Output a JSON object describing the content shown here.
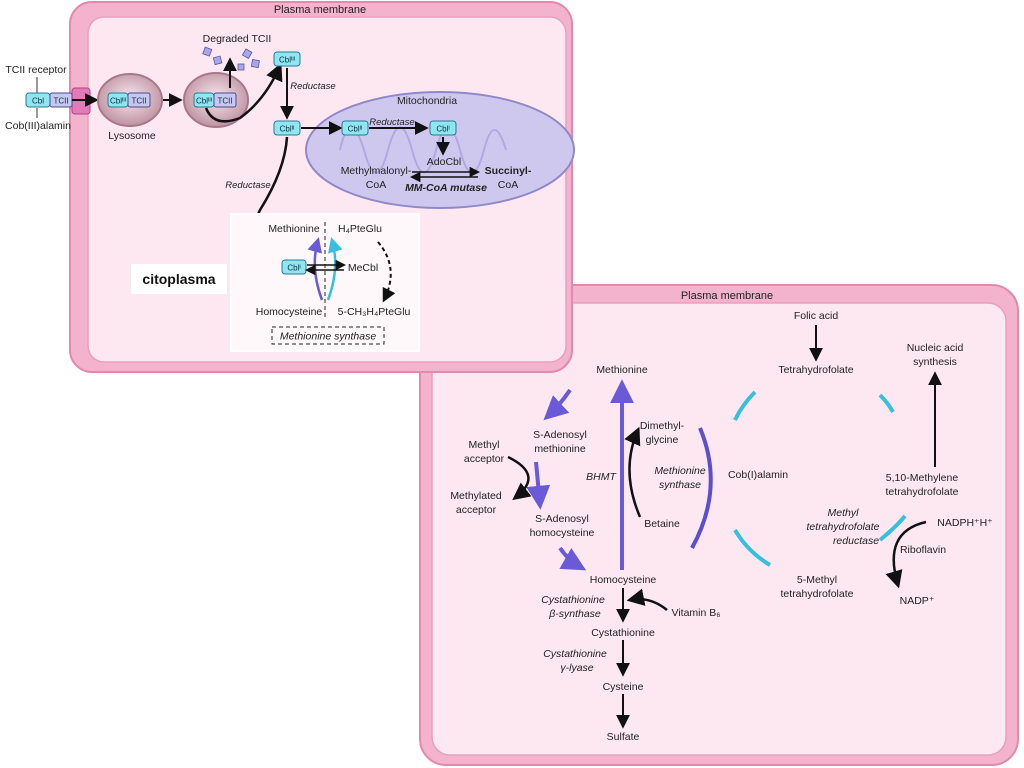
{
  "cell1": {
    "membrane_label": "Plasma membrane",
    "tcii_receptor": "TCII receptor",
    "cob3": "Cob(III)alamin",
    "lysosome": "Lysosome",
    "degraded_tcii": "Degraded TCII",
    "reductase_1": "Reductase",
    "reductase_2": "Reductase",
    "reductase_3": "Reductase",
    "mitochondria": "Mitochondria",
    "adocbl": "AdoCbl",
    "methylmalonyl_1": "Methylmalonyl-",
    "methylmalonyl_2": "CoA",
    "succinyl_1": "Succinyl-",
    "succinyl_2": "CoA",
    "mm_coa_mutase": "MM-CoA mutase",
    "methionine": "Methionine",
    "h4pteglu": "H₄PteGlu",
    "mecbl": "MeCbl",
    "homocysteine": "Homocysteine",
    "ch3h4pteglu": "5-CH₃H₄PteGlu",
    "methionine_synthase": "Methionine synthase",
    "citoplasma": "citoplasma",
    "tags": {
      "cbl": "Cbl",
      "tcii": "TCII",
      "cbl3": "Cblᴵᴵᴵ",
      "cbl2": "Cblᴵᴵ",
      "cbl1": "Cblᴵ"
    }
  },
  "cell2": {
    "membrane_label": "Plasma membrane",
    "folic_acid": "Folic acid",
    "tetrahydrofolate": "Tetrahydrofolate",
    "nucleic_1": "Nucleic acid",
    "nucleic_2": "synthesis",
    "methionine": "Methionine",
    "sam_1": "S-Adenosyl",
    "sam_2": "methionine",
    "methyl_acceptor_1": "Methyl",
    "methyl_acceptor_2": "acceptor",
    "methylated_acceptor_1": "Methylated",
    "methylated_acceptor_2": "acceptor",
    "sah_1": "S-Adenosyl",
    "sah_2": "homocysteine",
    "dimethyl_1": "Dimethyl-",
    "dimethyl_2": "glycine",
    "bhmt": "BHMT",
    "met_syn_1": "Methionine",
    "met_syn_2": "synthase",
    "betaine": "Betaine",
    "cob1": "Cob(I)alamin",
    "methylene_1": "5,10-Methylene",
    "methylene_2": "tetrahydrofolate",
    "mthfr_1": "Methyl",
    "mthfr_2": "tetrahydrofolate",
    "mthfr_3": "reductase",
    "nadph": "NADPH⁺H⁺",
    "riboflavin": "Riboflavin",
    "nadp": "NADP⁺",
    "methyl_thf_1": "5-Methyl",
    "methyl_thf_2": "tetrahydrofolate",
    "homocysteine": "Homocysteine",
    "cbs_1": "Cystathionine",
    "cbs_2": "β-synthase",
    "vitamin_b6": "Vitamin B₆",
    "cystathionine": "Cystathionine",
    "cgl_1": "Cystathionine",
    "cgl_2": "γ-lyase",
    "cysteine": "Cysteine",
    "sulfate": "Sulfate"
  },
  "colors": {
    "membrane_outer": "#f3b3cc",
    "membrane_inner": "#fde8f1",
    "membrane_stroke": "#e08aac",
    "mito_fill": "#cfc8ee",
    "cbl_tag": "#8fe6f0",
    "tcii_tag": "#c7c8f0",
    "purple_arrow": "#6a5ad8",
    "cyan_arc": "#35c0e0"
  }
}
